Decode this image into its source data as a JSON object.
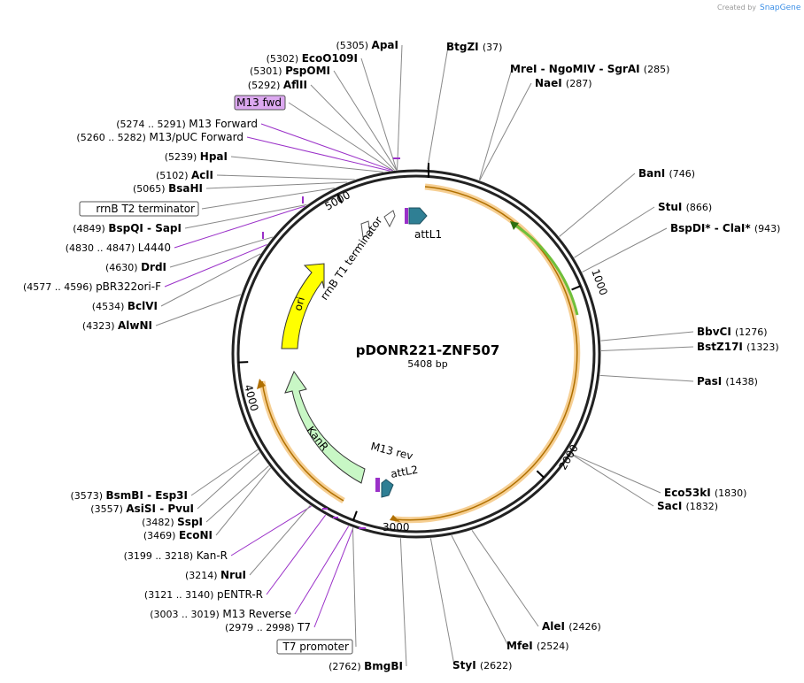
{
  "credit": {
    "prefix": "Created by",
    "brand": "SnapGene"
  },
  "plasmid": {
    "name": "pDONR221-ZNF507",
    "length_label": "5408 bp",
    "length": 5408
  },
  "ticks": [
    {
      "pos": 1000,
      "label": "1000"
    },
    {
      "pos": 2000,
      "label": "2000"
    },
    {
      "pos": 3000,
      "label": "3000"
    },
    {
      "pos": 4000,
      "label": "4000"
    },
    {
      "pos": 5000,
      "label": "5000"
    }
  ],
  "right_sites": [
    {
      "name": "BtgZI",
      "pos": "(37)",
      "site": 37
    },
    {
      "name": "MreI - NgoMIV - SgrAI",
      "pos": "(285)",
      "site": 285
    },
    {
      "name": "NaeI",
      "pos": "(287)",
      "site": 287
    },
    {
      "name": "BanI",
      "pos": "(746)",
      "site": 746
    },
    {
      "name": "StuI",
      "pos": "(866)",
      "site": 866
    },
    {
      "name": "BspDI* - ClaI*",
      "pos": "(943)",
      "site": 943
    },
    {
      "name": "BbvCI",
      "pos": "(1276)",
      "site": 1276
    },
    {
      "name": "BstZ17I",
      "pos": "(1323)",
      "site": 1323
    },
    {
      "name": "PasI",
      "pos": "(1438)",
      "site": 1438
    },
    {
      "name": "Eco53kI",
      "pos": "(1830)",
      "site": 1830
    },
    {
      "name": "SacI",
      "pos": "(1832)",
      "site": 1832
    },
    {
      "name": "AleI",
      "pos": "(2426)",
      "site": 2426
    },
    {
      "name": "MfeI",
      "pos": "(2524)",
      "site": 2524
    },
    {
      "name": "StyI",
      "pos": "(2622)",
      "site": 2622
    }
  ],
  "left_sites": [
    {
      "name": "ApaI",
      "pos": "(5305)",
      "site": 5305,
      "kind": "enzyme"
    },
    {
      "name": "EcoO109I",
      "pos": "(5302)",
      "site": 5302,
      "kind": "enzyme"
    },
    {
      "name": "PspOMI",
      "pos": "(5301)",
      "site": 5301,
      "kind": "enzyme"
    },
    {
      "name": "AflII",
      "pos": "(5292)",
      "site": 5292,
      "kind": "enzyme"
    },
    {
      "name": "M13 fwd",
      "pos": "",
      "site": 5285,
      "kind": "feature-box-purple"
    },
    {
      "name": "M13 Forward",
      "pos": "(5274 .. 5291)",
      "site": 5283,
      "kind": "primer"
    },
    {
      "name": "M13/pUC Forward",
      "pos": "(5260 .. 5282)",
      "site": 5271,
      "kind": "primer"
    },
    {
      "name": "HpaI",
      "pos": "(5239)",
      "site": 5239,
      "kind": "enzyme"
    },
    {
      "name": "AclI",
      "pos": "(5102)",
      "site": 5102,
      "kind": "enzyme"
    },
    {
      "name": "BsaHI",
      "pos": "(5065)",
      "site": 5065,
      "kind": "enzyme"
    },
    {
      "name": "rrnB T2 terminator",
      "pos": "",
      "site": 5000,
      "kind": "feature-box"
    },
    {
      "name": "BspQI - SapI",
      "pos": "(4849)",
      "site": 4849,
      "kind": "enzyme"
    },
    {
      "name": "L4440",
      "pos": "(4830 .. 4847)",
      "site": 4838,
      "kind": "primer"
    },
    {
      "name": "DrdI",
      "pos": "(4630)",
      "site": 4630,
      "kind": "enzyme"
    },
    {
      "name": "pBR322ori-F",
      "pos": "(4577 .. 4596)",
      "site": 4586,
      "kind": "primer"
    },
    {
      "name": "BclVI",
      "pos": "(4534)",
      "site": 4534,
      "kind": "enzyme"
    },
    {
      "name": "AlwNI",
      "pos": "(4323)",
      "site": 4323,
      "kind": "enzyme"
    },
    {
      "name": "BsmBI - Esp3I",
      "pos": "(3573)",
      "site": 3573,
      "kind": "enzyme"
    },
    {
      "name": "AsiSI - PvuI",
      "pos": "(3557)",
      "site": 3557,
      "kind": "enzyme"
    },
    {
      "name": "SspI",
      "pos": "(3482)",
      "site": 3482,
      "kind": "enzyme"
    },
    {
      "name": "EcoNI",
      "pos": "(3469)",
      "site": 3469,
      "kind": "enzyme"
    },
    {
      "name": "Kan-R",
      "pos": "(3199 .. 3218)",
      "site": 3208,
      "kind": "primer"
    },
    {
      "name": "NruI",
      "pos": "(3214)",
      "site": 3214,
      "kind": "enzyme"
    },
    {
      "name": "pENTR-R",
      "pos": "(3121 .. 3140)",
      "site": 3130,
      "kind": "primer"
    },
    {
      "name": "M13 Reverse",
      "pos": "(3003 .. 3019)",
      "site": 3011,
      "kind": "primer"
    },
    {
      "name": "T7",
      "pos": "(2979 .. 2998)",
      "site": 2988,
      "kind": "primer"
    },
    {
      "name": "T7 promoter",
      "pos": "",
      "site": 2990,
      "kind": "feature-box"
    },
    {
      "name": "BmgBI",
      "pos": "(2762)",
      "site": 2762,
      "kind": "enzyme"
    }
  ],
  "features": [
    {
      "name": "attL1",
      "kind": "label"
    },
    {
      "name": "rrnB T1 terminator",
      "kind": "label"
    },
    {
      "name": "ori",
      "kind": "label"
    },
    {
      "name": "KanR",
      "kind": "label"
    },
    {
      "name": "M13 rev",
      "kind": "label"
    },
    {
      "name": "attL2",
      "kind": "label"
    }
  ],
  "colors": {
    "orf_orange": "#f5a623",
    "insert_green": "#6fbf3a",
    "ori_yellow": "#ffff00",
    "kanr_green": "#c8f7c5",
    "att_teal": "#2f7f94",
    "primer_purple": "#9a30c8",
    "feature_box_purple": "#dca8f0"
  }
}
